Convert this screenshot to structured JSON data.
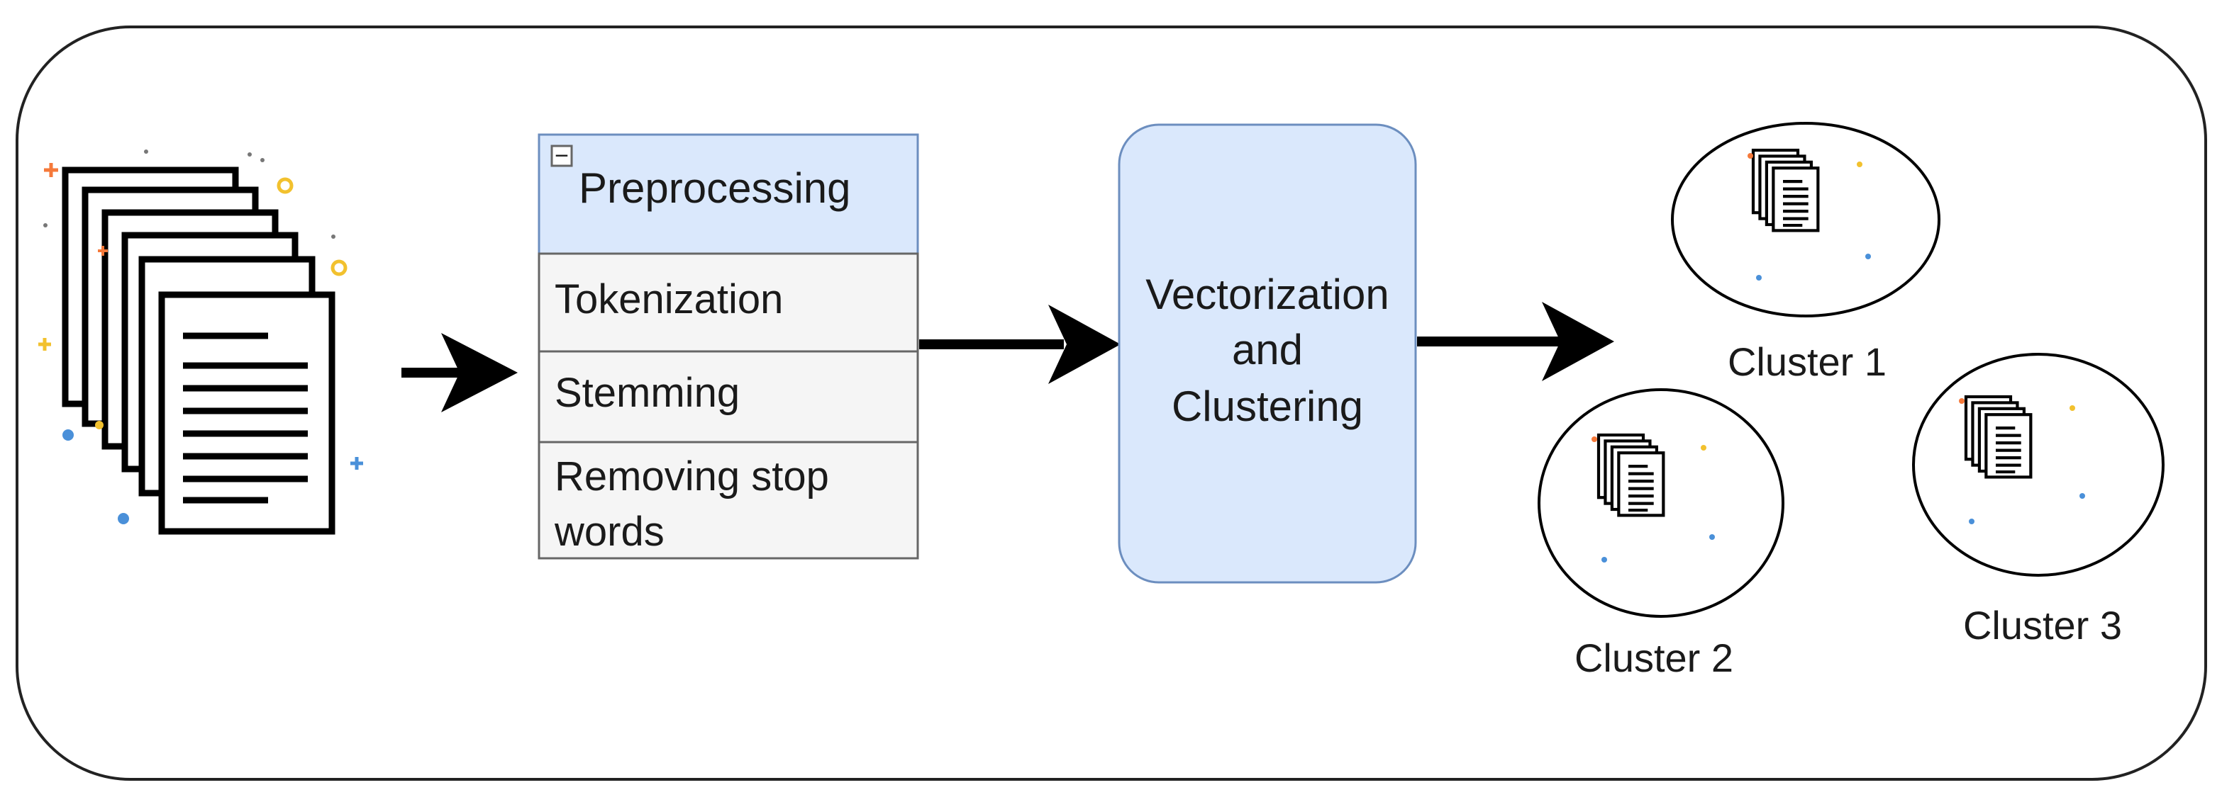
{
  "preprocessing": {
    "title": "Preprocessing",
    "collapse_symbol": "−",
    "steps": [
      "Tokenization",
      "Stemming",
      "Removing stop",
      "words"
    ]
  },
  "vectorization": {
    "lines": [
      "Vectorization",
      "and",
      "Clustering"
    ]
  },
  "clusters": [
    {
      "label": "Cluster 1"
    },
    {
      "label": "Cluster 2"
    },
    {
      "label": "Cluster 3"
    }
  ],
  "colors": {
    "header_fill": "#dae8fc",
    "header_stroke": "#6c8ebf",
    "step_fill": "#f5f5f5",
    "step_stroke": "#666666",
    "outline": "#000000",
    "sparkle_orange": "#f5793a",
    "sparkle_yellow": "#f2c12e",
    "sparkle_blue": "#4a90d9"
  },
  "icons": [
    "document-stack-icon",
    "arrow-right-icon",
    "collapse-icon"
  ]
}
